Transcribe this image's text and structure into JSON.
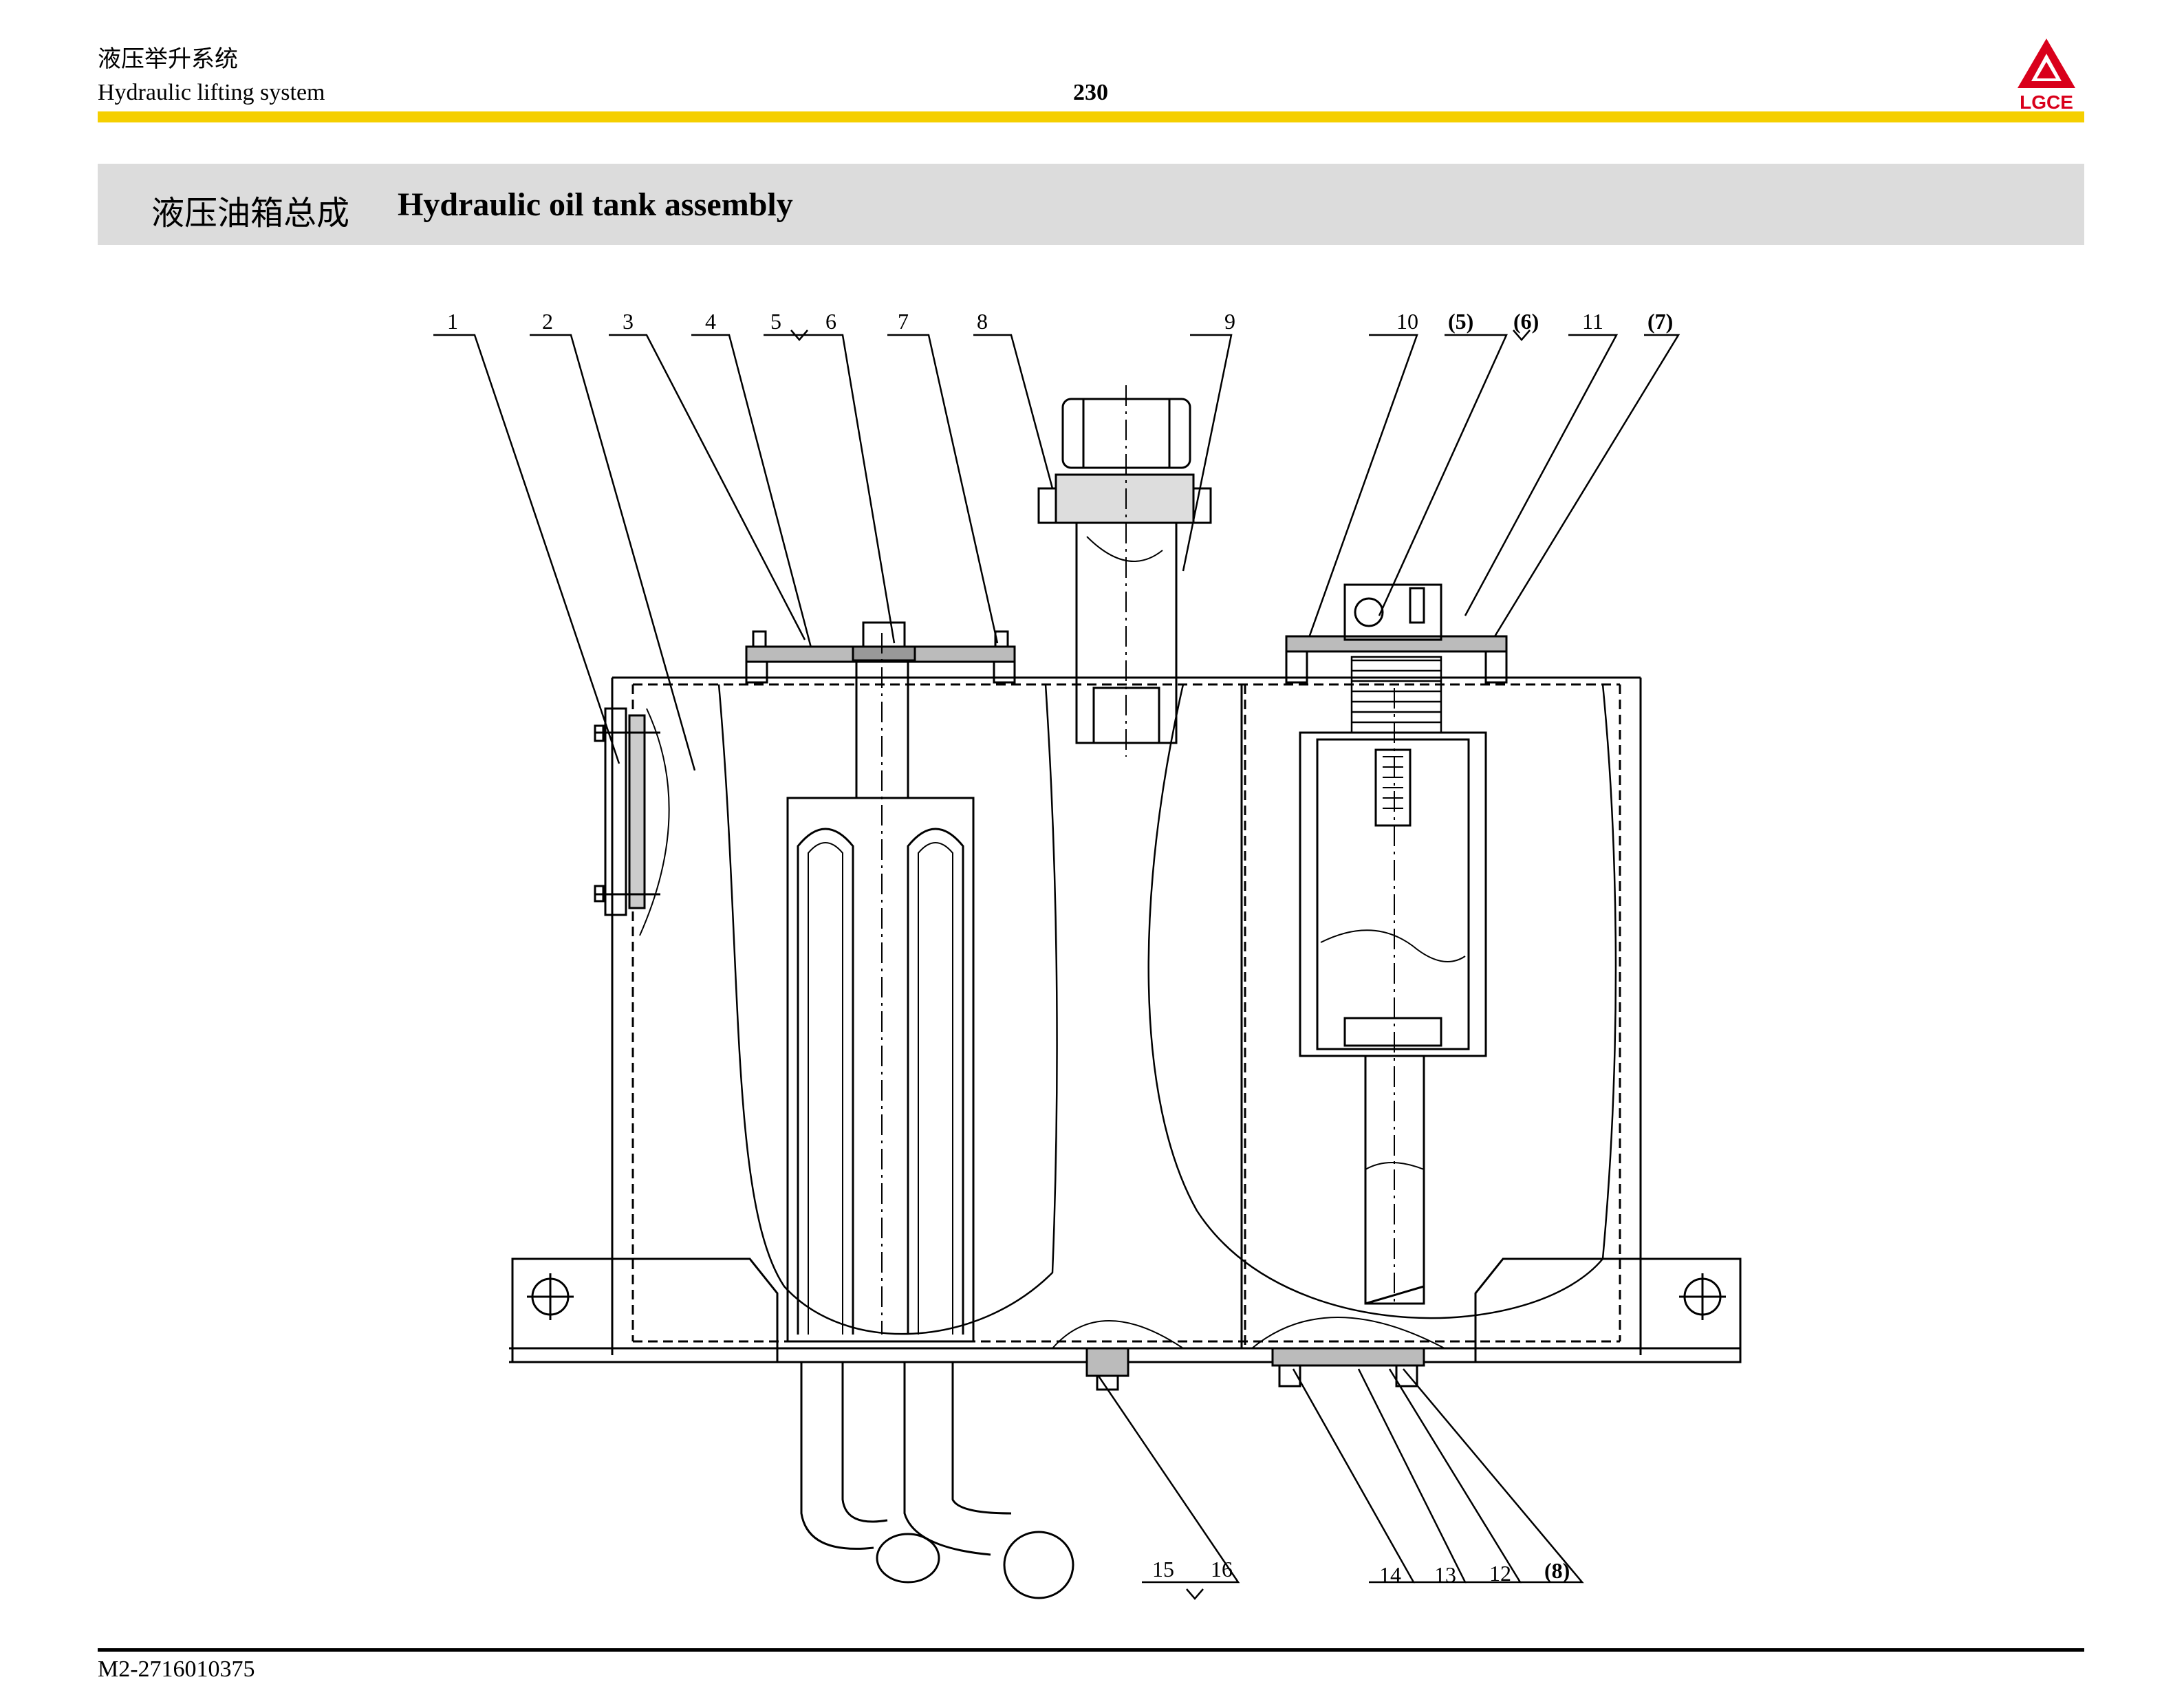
{
  "header": {
    "title_cn": "液压举升系统",
    "title_en": "Hydraulic lifting system",
    "page_number": "230",
    "logo_text": "LGCE",
    "accent_color": "#f5cf00"
  },
  "section": {
    "title_cn": "液压油箱总成",
    "title_en": "Hydraulic oil tank assembly"
  },
  "drawing": {
    "callouts": {
      "c1": "1",
      "c2": "2",
      "c3": "3",
      "c4": "4",
      "c5": "5",
      "c6": "6",
      "c7": "7",
      "c8": "8",
      "c9": "9",
      "c10": "10",
      "c5p": "(5)",
      "c6p": "(6)",
      "c11": "11",
      "c7p": "(7)",
      "c15": "15",
      "c16": "16",
      "c14": "14",
      "c13": "13",
      "c12": "12",
      "c8p": "(8)"
    }
  },
  "footer": {
    "code": "M2-2716010375"
  }
}
